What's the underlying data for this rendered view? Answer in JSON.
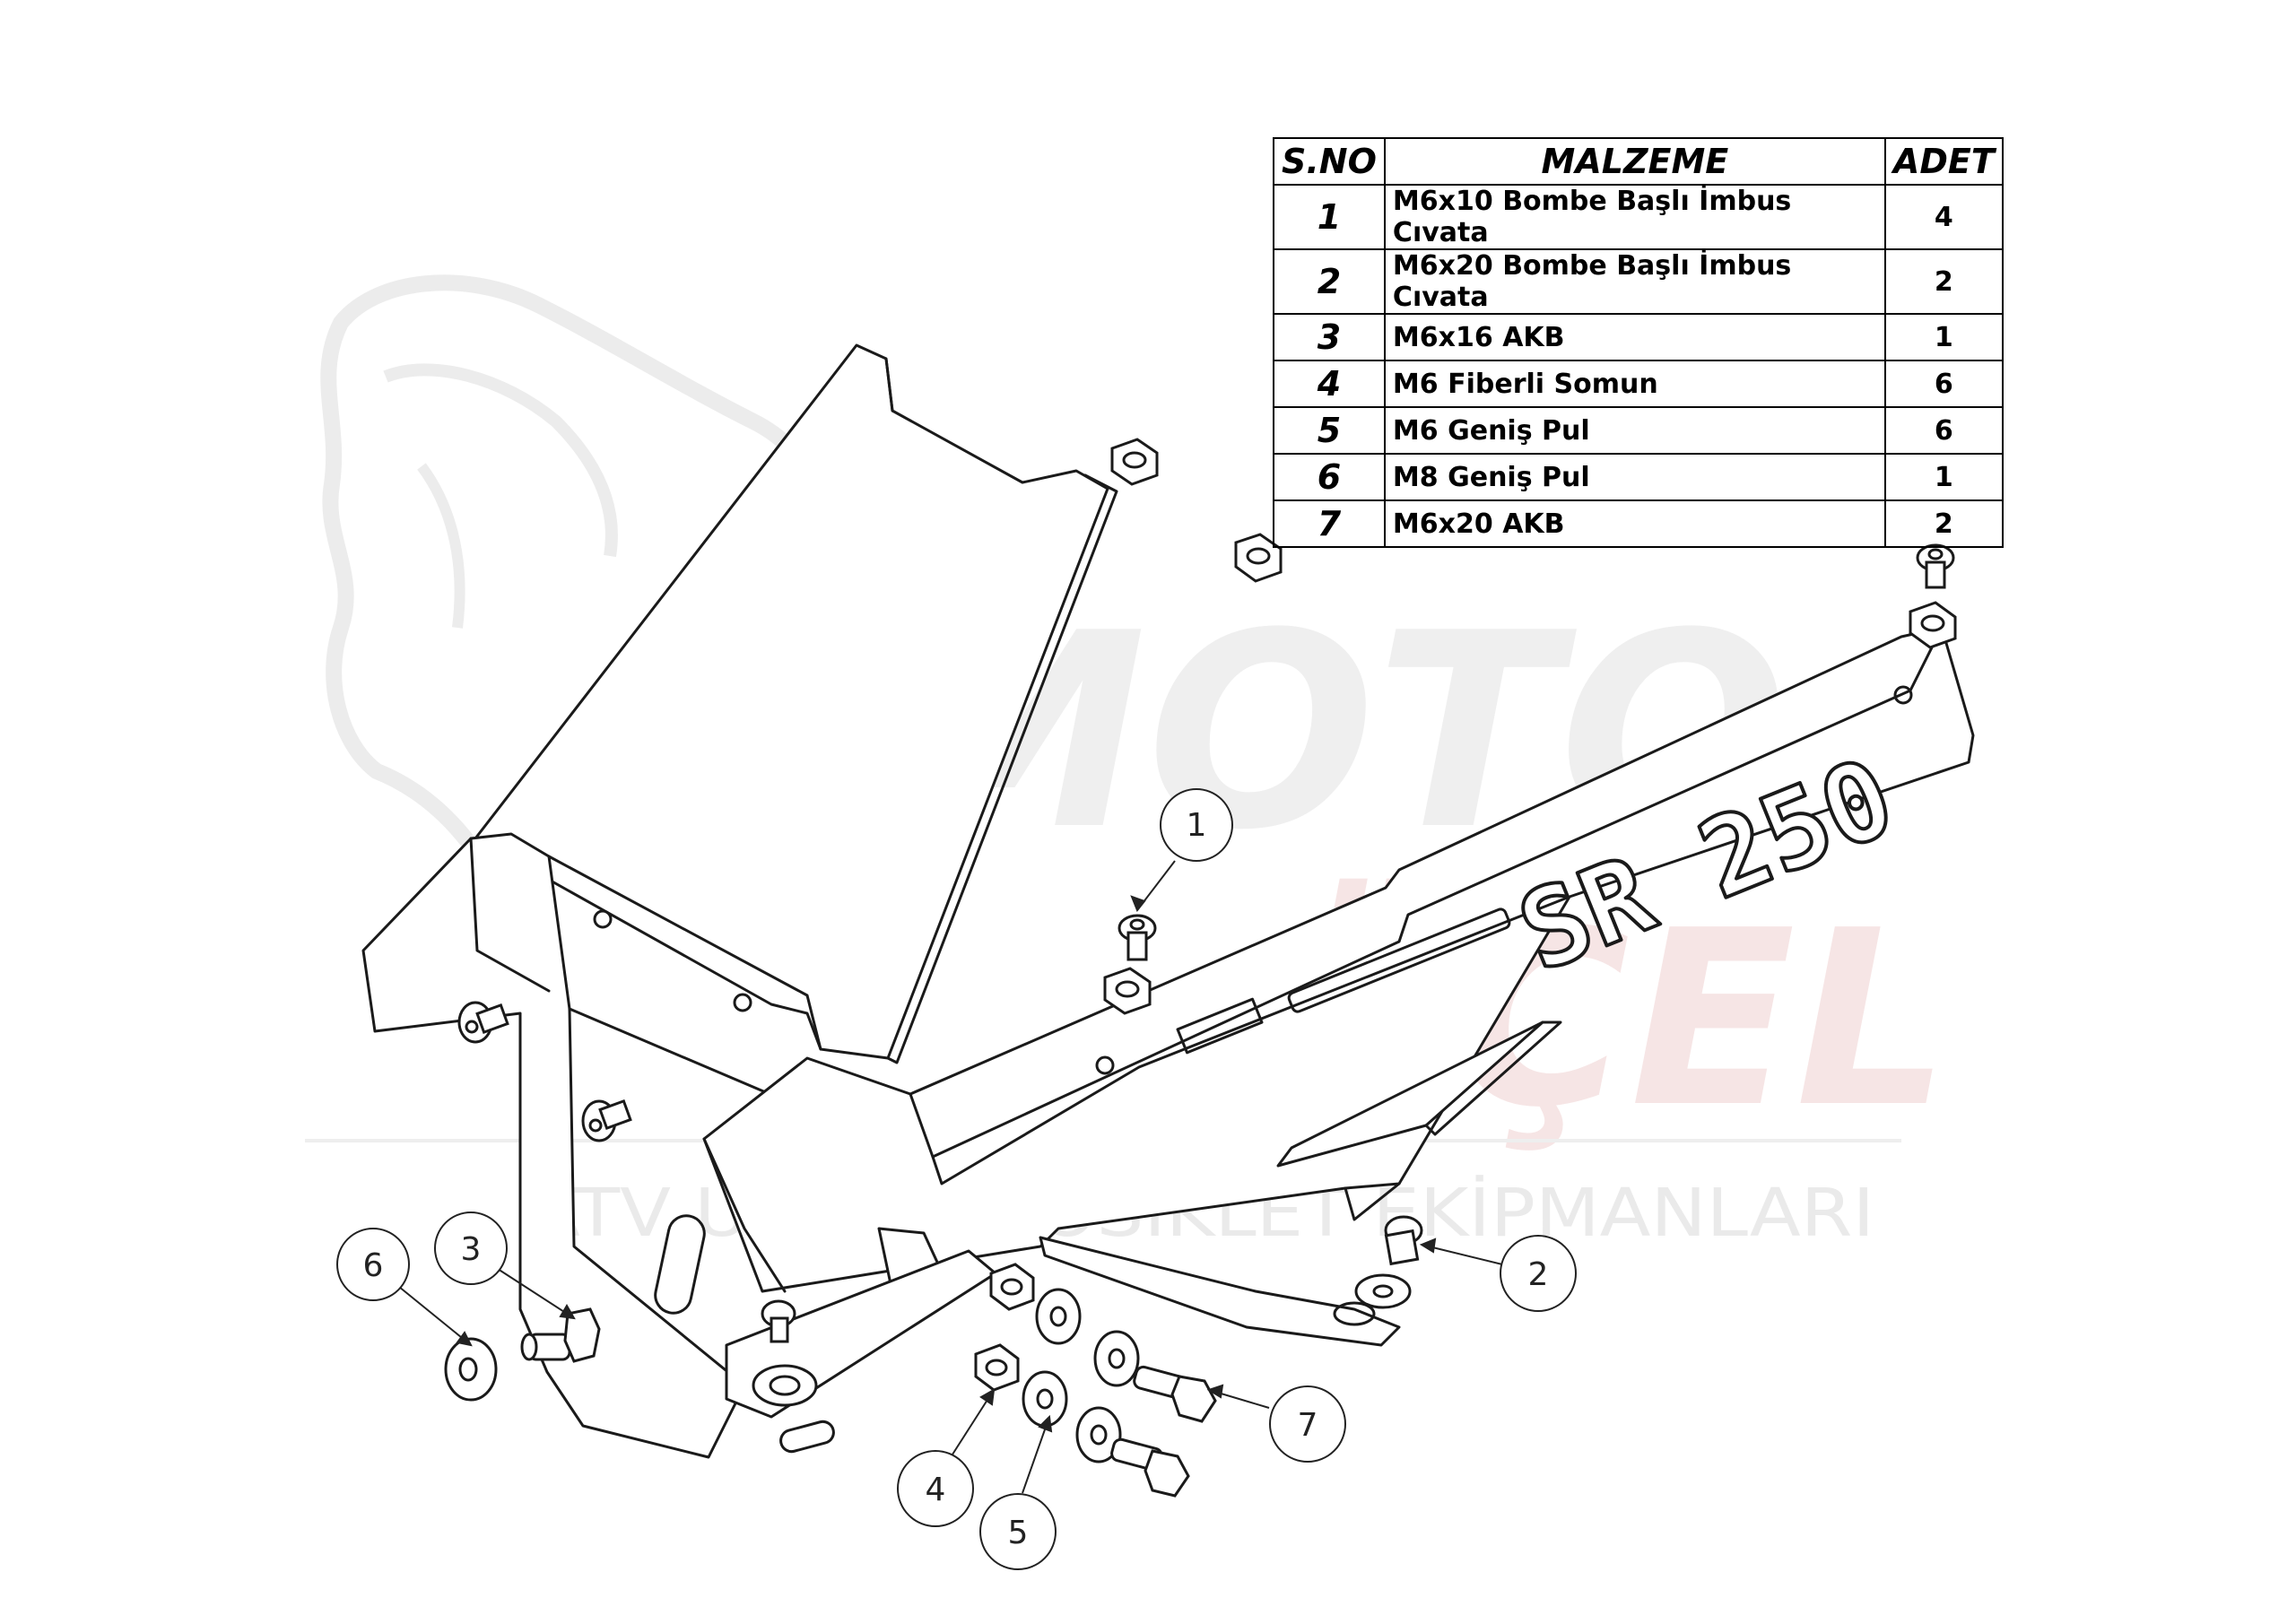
{
  "watermark": {
    "brand_line1": "MOTO",
    "brand_line2": "ÜÇEL",
    "tagline": "ATV UTV MOTOSİKLET EKİPMANLARI",
    "brand_color": "#e8e8e8",
    "accent_color": "#f4d8d8"
  },
  "part_emboss_text": "SR 250",
  "table": {
    "headers": {
      "no": "S.NO",
      "material": "MALZEME",
      "qty": "ADET"
    },
    "rows": [
      {
        "no": "1",
        "material": "M6x10 Bombe Başlı İmbus Cıvata",
        "qty": "4"
      },
      {
        "no": "2",
        "material": "M6x20 Bombe Başlı İmbus Cıvata",
        "qty": "2"
      },
      {
        "no": "3",
        "material": "M6x16 AKB",
        "qty": "1"
      },
      {
        "no": "4",
        "material": "M6 Fiberli Somun",
        "qty": "6"
      },
      {
        "no": "5",
        "material": "M6 Geniş Pul",
        "qty": "6"
      },
      {
        "no": "6",
        "material": "M8 Geniş Pul",
        "qty": "1"
      },
      {
        "no": "7",
        "material": "M6x20 AKB",
        "qty": "2"
      }
    ]
  },
  "callouts": [
    "1",
    "2",
    "3",
    "4",
    "5",
    "6",
    "7"
  ],
  "line_color": "#1a1a1a"
}
